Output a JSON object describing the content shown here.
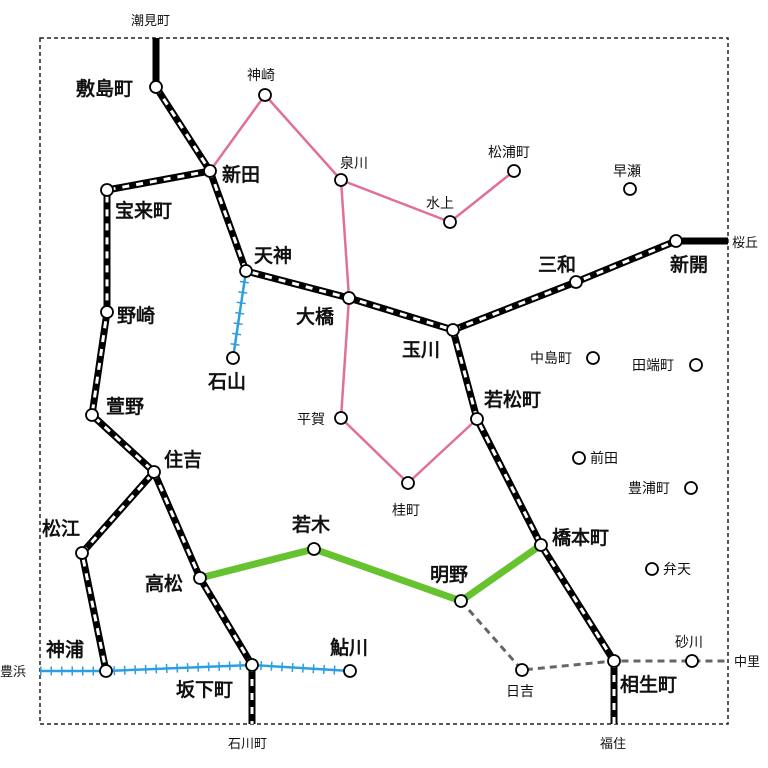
{
  "colors": {
    "jr_line": "#000000",
    "pink_line": "#e07098",
    "green_line": "#66c22e",
    "blue_line": "#2d9ee0",
    "gray_dashed": "#666666",
    "border": "#222222"
  },
  "stations": {
    "shikishima": "敷島町",
    "shinden": "新田",
    "horaicho": "宝来町",
    "tenjin": "天神",
    "nozaki": "野崎",
    "kayano": "萱野",
    "sumiyoshi": "住吉",
    "matsue": "松江",
    "kouura": "神浦",
    "takamatsu": "高松",
    "sakashitacho": "坂下町",
    "ayukawa": "鮎川",
    "ishiyama": "石山",
    "ohashi": "大橋",
    "tamagawa": "玉川",
    "sanwa": "三和",
    "shinkai": "新開",
    "wakamatsucho": "若松町",
    "hashimotocho": "橋本町",
    "aioicho": "相生町",
    "wakagi": "若木",
    "akeno": "明野",
    "kanzaki": "神崎",
    "izumigawa": "泉川",
    "matsuuracho": "松浦町",
    "minakami": "水上",
    "hiraga": "平賀",
    "katsuramachi": "桂町",
    "hayase": "早瀬",
    "nakajimacho": "中島町",
    "tabatacho": "田端町",
    "maeda": "前田",
    "toyouracho": "豊浦町",
    "benten": "弁天",
    "sunagawa": "砂川",
    "hiyoshi": "日吉"
  },
  "edge_labels": {
    "north": "潮見町",
    "east_top": "桜丘",
    "west": "豊浜",
    "south_left": "石川町",
    "south_right": "福住",
    "east_bottom": "中里"
  }
}
